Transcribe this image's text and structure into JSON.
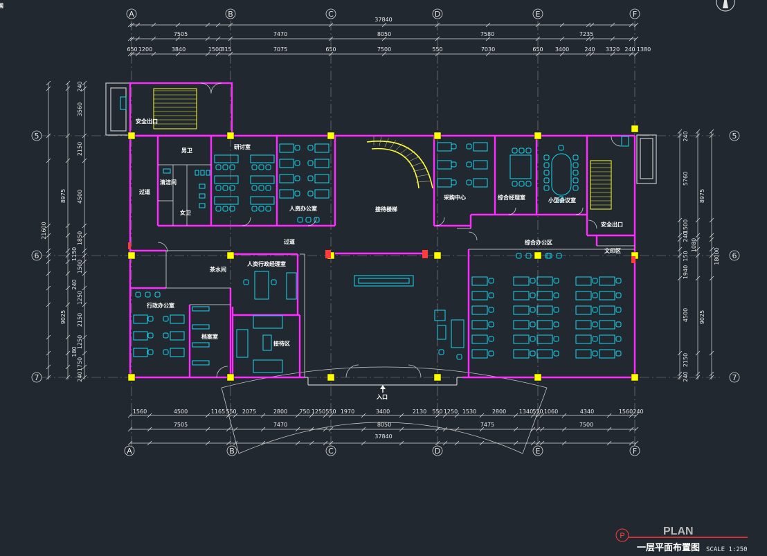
{
  "colors": {
    "background": "#212830",
    "wall": "#ff2cff",
    "column": "#ffff00",
    "furniture": "#16d8f0",
    "line": "#d8d8d8",
    "stair": "#ffff33",
    "exit_red": "#ff3b3b"
  },
  "corner_glyph": "国",
  "north_icon": "north-arrow-icon",
  "axes_x": [
    "A",
    "B",
    "C",
    "D",
    "E",
    "F"
  ],
  "axes_y": [
    "5",
    "6",
    "7"
  ],
  "top_dims": {
    "total": "37840",
    "row1": [
      "7505",
      "7470",
      "8050",
      "7580",
      "7235"
    ],
    "row2": [
      "650",
      "1200",
      "3840",
      "1500",
      "315",
      "7075",
      "650",
      "7500",
      "550",
      "7030",
      "650",
      "3400",
      "240",
      "3320",
      "240",
      "1380"
    ]
  },
  "bottom_dims": {
    "row1": [
      "1560",
      "4500",
      "1165",
      "550",
      "2075",
      "2800",
      "750",
      "1250",
      "550",
      "1970",
      "3400",
      "2130",
      "550",
      "1250",
      "1530",
      "2800",
      "1340",
      "550",
      "1060",
      "4340",
      "1560",
      "240"
    ],
    "row2": [
      "7505",
      "7470",
      "8050",
      "7475",
      "7500"
    ],
    "total": "37840"
  },
  "left_dims": {
    "inner": [
      "240",
      "3560",
      "2150",
      "4500",
      "1850",
      "1150",
      "1500",
      "240",
      "1250",
      "2150",
      "1250",
      "180",
      "1750",
      "240"
    ],
    "middle": [
      "8975",
      "9025"
    ],
    "outer": [
      "21600"
    ]
  },
  "right_dims": {
    "inner": [
      "240",
      "5760",
      "1500",
      "240",
      "150",
      "1940",
      "4500",
      "2150",
      "240"
    ],
    "middle": [
      "8975",
      "1080",
      "9025"
    ],
    "outer": [
      "18000"
    ]
  },
  "rooms": [
    {
      "id": "exit-nw",
      "label": "安全出口"
    },
    {
      "id": "male-wc",
      "label": "男卫"
    },
    {
      "id": "meeting",
      "label": "研讨室"
    },
    {
      "id": "corridor-w",
      "label": "过道"
    },
    {
      "id": "janitor",
      "label": "清洁间"
    },
    {
      "id": "female-wc",
      "label": "女卫"
    },
    {
      "id": "hr-office",
      "label": "人资办公室"
    },
    {
      "id": "lobby-stair",
      "label": "接待楼梯"
    },
    {
      "id": "purchasing",
      "label": "采购中心"
    },
    {
      "id": "gm-office",
      "label": "综合经理室"
    },
    {
      "id": "small-meeting",
      "label": "小型会议室"
    },
    {
      "id": "exit-ne",
      "label": "安全出口"
    },
    {
      "id": "corridor-c",
      "label": "过道"
    },
    {
      "id": "tea-room",
      "label": "茶水间"
    },
    {
      "id": "hr-admin-manager",
      "label": "人资行政经理室"
    },
    {
      "id": "open-office",
      "label": "综合办公区"
    },
    {
      "id": "print-zone",
      "label": "文印区"
    },
    {
      "id": "admin-office",
      "label": "行政办公室"
    },
    {
      "id": "archive",
      "label": "档案室"
    },
    {
      "id": "reception",
      "label": "接待区"
    },
    {
      "id": "entrance",
      "label": "入口"
    }
  ],
  "title_block": {
    "plan_word": "PLAN",
    "p_symbol": "P",
    "title": "一层平面布置图",
    "scale": "SCALE 1:250"
  }
}
